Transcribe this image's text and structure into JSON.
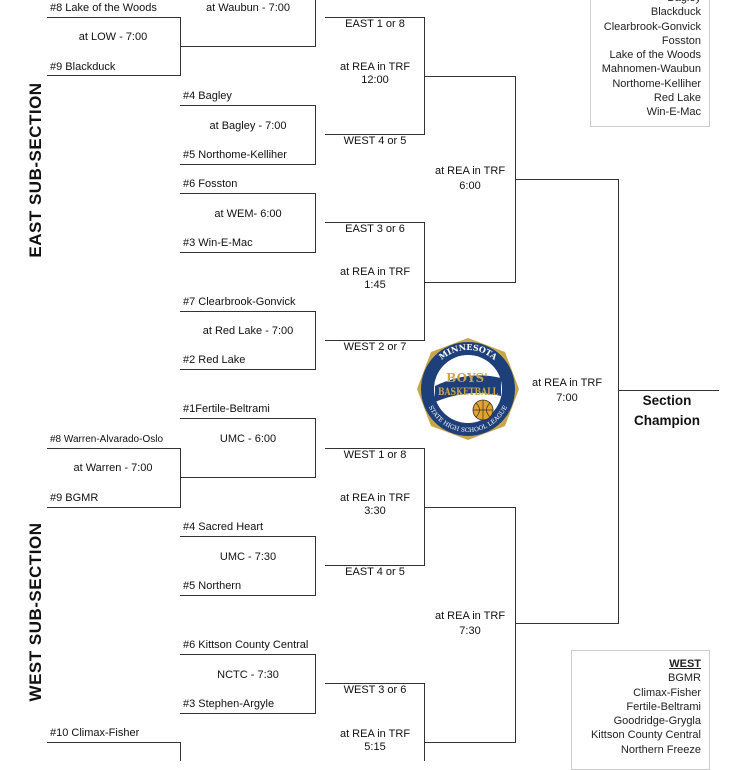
{
  "headings": {
    "east": "EAST SUB-SECTION",
    "west": "WEST SUB-SECTION"
  },
  "teams": {
    "e8": "#8 Lake of the Woods",
    "e9": "#9 Blackduck",
    "e4": "#4 Bagley",
    "e5": "#5 Northome-Kelliher",
    "e6": "#6 Fosston",
    "e3": "#3 Win-E-Mac",
    "e7": "#7 Clearbrook-Gonvick",
    "e2": "#2 Red Lake",
    "w1": "#1Fertile-Beltrami",
    "w8": "#8 Warren-Alvarado-Oslo",
    "w9": "#9 BGMR",
    "w4": "#4 Sacred Heart",
    "w5": "#5 Northern",
    "w6": "#6 Kittson County Central",
    "w3": "#3 Stephen-Argyle",
    "w10": "#10 Climax-Fisher"
  },
  "games": {
    "low": "at LOW - 7:00",
    "waubun": "at Waubun - 7:00",
    "bagley": "at Bagley - 7:00",
    "wem": "at WEM- 6:00",
    "redlake": "at Red Lake - 7:00",
    "warren": "at Warren - 7:00",
    "umc6": "UMC - 6:00",
    "umc730": "UMC - 7:30",
    "nctc": "NCTC - 7:30"
  },
  "slots": {
    "east18": "EAST 1 or 8",
    "west45": "WEST 4 or 5",
    "east36": "EAST 3 or 6",
    "west27": "WEST 2 or 7",
    "west18": "WEST 1 or 8",
    "east45": "EAST 4 or 5",
    "west36": "WEST 3 or 6"
  },
  "venue": "at REA in TRF",
  "times": {
    "q1": "12:00",
    "q2": "1:45",
    "q3": "3:30",
    "q4": "5:15",
    "s1": "6:00",
    "s2": "7:30",
    "final": "7:00"
  },
  "section_champion": "Section Champion",
  "logo": {
    "text_top": "MINNESOTA",
    "text_main1": "BOYS'",
    "text_main2": "BASKETBALL",
    "text_ring": "STATE HIGH SCHOOL LEAGUE",
    "colors": {
      "navy": "#1d3f7a",
      "gold": "#c9a64a",
      "ball": "#e3a32e"
    }
  },
  "legend": {
    "east_items": [
      "Bagley",
      "Blackduck",
      "Clearbrook-Gonvick",
      "Fosston",
      "Lake of the Woods",
      "Mahnomen-Waubun",
      "Northome-Kelliher",
      "Red Lake",
      "Win-E-Mac"
    ],
    "west_heading": "WEST",
    "west_items": [
      "BGMR",
      "Climax-Fisher",
      "Fertile-Beltrami",
      "Goodridge-Grygla",
      "Kittson County Central",
      "Northern Freeze"
    ]
  }
}
